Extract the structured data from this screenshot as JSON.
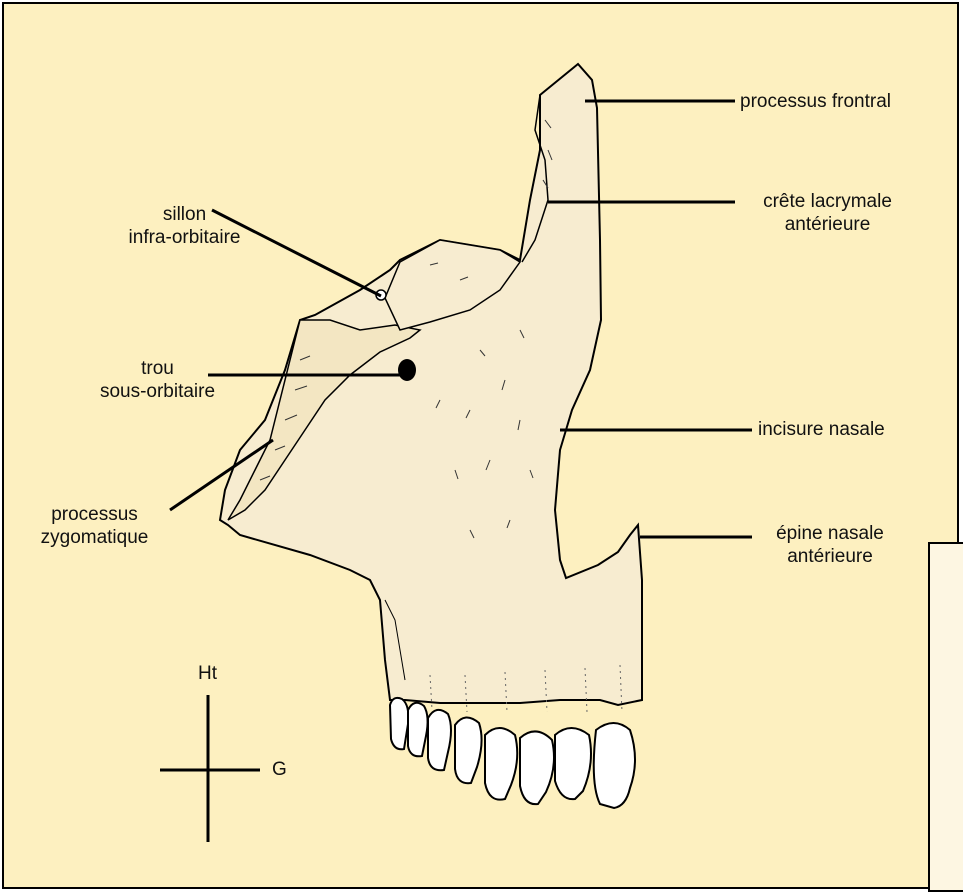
{
  "labels": {
    "processus_frontral": "processus frontral",
    "crete_lacrymale": [
      "crête lacrymale",
      "antérieure"
    ],
    "sillon": [
      "sillon",
      "infra-orbitaire"
    ],
    "trou": [
      "trou",
      "sous-orbitaire"
    ],
    "incisure_nasale": "incisure nasale",
    "epine_nasale": [
      "épine nasale",
      "antérieure"
    ],
    "processus_zygomatique": [
      "processus",
      "zygomatique"
    ]
  },
  "orientation": {
    "up": "Ht",
    "right": "G"
  },
  "colors": {
    "background": "#fdf0c0",
    "bone": "#f7ecd0",
    "teeth": "#ffffff",
    "outline": "#000000",
    "overlay_box": "#fdf6e2"
  }
}
